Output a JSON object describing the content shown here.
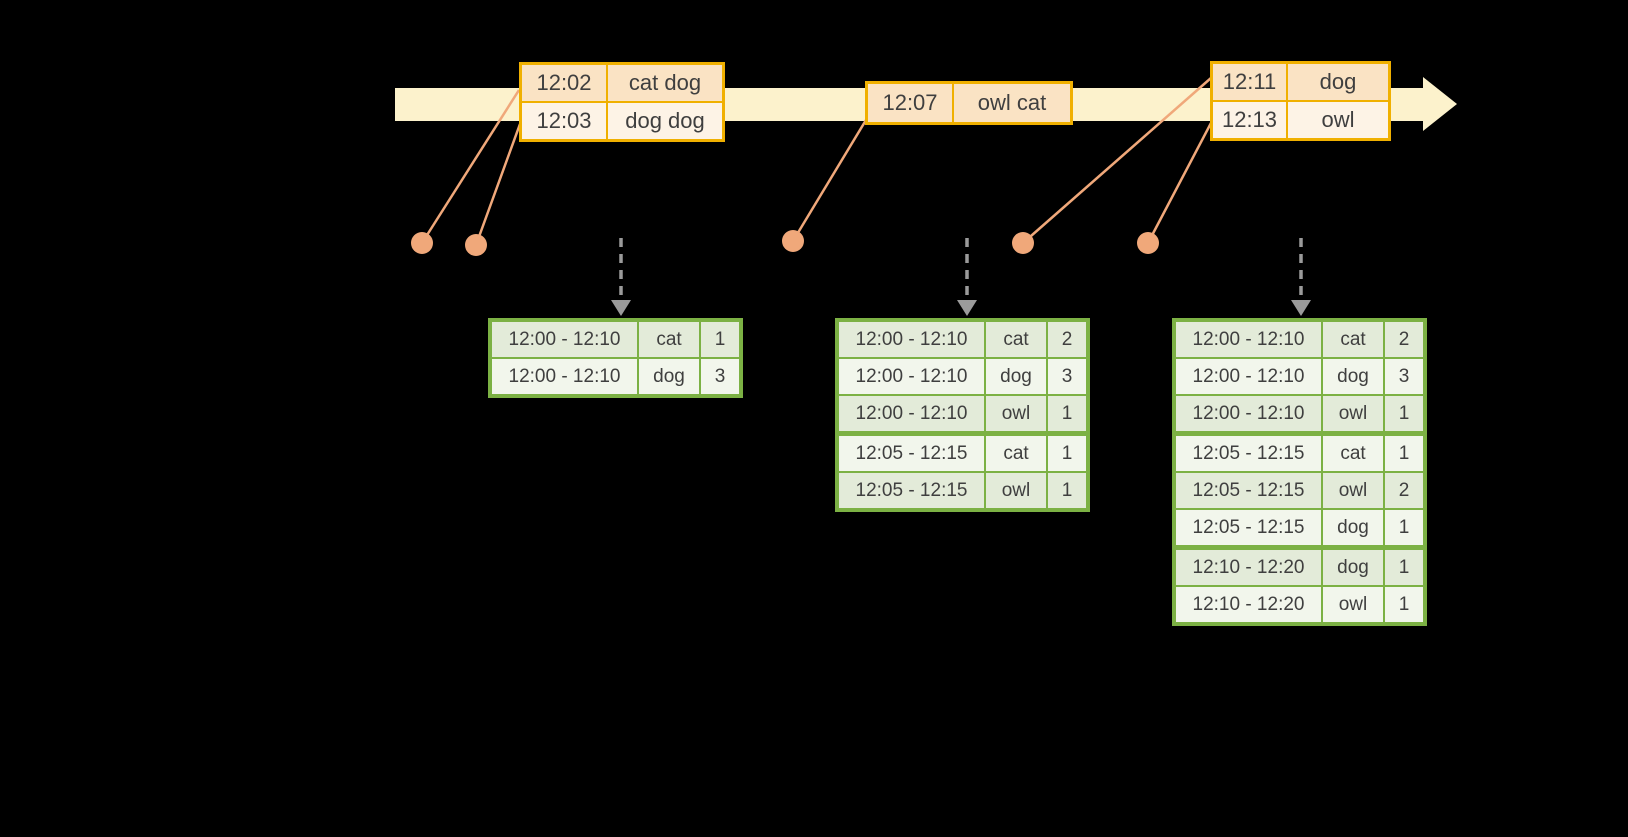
{
  "colors": {
    "background": "#000000",
    "timeline_band": "#FCF2CC",
    "event_table_border": "#F0B000",
    "event_row_dark": "#FAE3C4",
    "event_row_light": "#FDF3E6",
    "result_table_border": "#7CB144",
    "result_row_dark": "#E3EBD9",
    "result_row_light": "#F2F6EC",
    "dot_and_line": "#F0A87A",
    "trigger_arrow": "#9B9B9B",
    "text": "#3F3F3F"
  },
  "icons": {
    "timeline_arrow": "right-arrow",
    "trigger_arrow": "dashed-down-arrow",
    "event_marker": "dot"
  },
  "event_tables": [
    {
      "rows": [
        {
          "time": "12:02",
          "words": "cat dog"
        },
        {
          "time": "12:03",
          "words": "dog dog"
        }
      ]
    },
    {
      "rows": [
        {
          "time": "12:07",
          "words": "owl cat"
        }
      ]
    },
    {
      "rows": [
        {
          "time": "12:11",
          "words": "dog"
        },
        {
          "time": "12:13",
          "words": "owl"
        }
      ]
    }
  ],
  "result_tables": [
    {
      "rows": [
        {
          "window": "12:00 - 12:10",
          "word": "cat",
          "count": "1"
        },
        {
          "window": "12:00 - 12:10",
          "word": "dog",
          "count": "3"
        }
      ]
    },
    {
      "rows": [
        {
          "window": "12:00 - 12:10",
          "word": "cat",
          "count": "2"
        },
        {
          "window": "12:00 - 12:10",
          "word": "dog",
          "count": "3"
        },
        {
          "window": "12:00 - 12:10",
          "word": "owl",
          "count": "1"
        },
        {
          "window": "12:05 - 12:15",
          "word": "cat",
          "count": "1"
        },
        {
          "window": "12:05 - 12:15",
          "word": "owl",
          "count": "1"
        }
      ]
    },
    {
      "rows": [
        {
          "window": "12:00 - 12:10",
          "word": "cat",
          "count": "2"
        },
        {
          "window": "12:00 - 12:10",
          "word": "dog",
          "count": "3"
        },
        {
          "window": "12:00 - 12:10",
          "word": "owl",
          "count": "1"
        },
        {
          "window": "12:05 - 12:15",
          "word": "cat",
          "count": "1"
        },
        {
          "window": "12:05 - 12:15",
          "word": "owl",
          "count": "2"
        },
        {
          "window": "12:05 - 12:15",
          "word": "dog",
          "count": "1"
        },
        {
          "window": "12:10 - 12:20",
          "word": "dog",
          "count": "1"
        },
        {
          "window": "12:10 - 12:20",
          "word": "owl",
          "count": "1"
        }
      ]
    }
  ]
}
